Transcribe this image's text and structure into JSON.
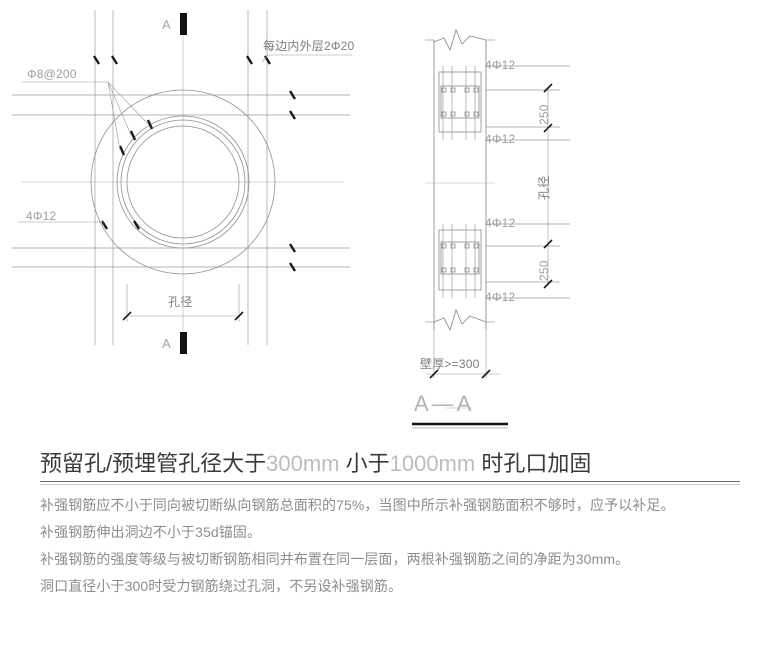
{
  "drawing": {
    "type": "structural-reinforcement-detail",
    "plan_view": {
      "name": "circular opening plan",
      "section_mark_top": "A",
      "section_mark_bottom": "A",
      "labels": {
        "stirrup": "Φ8@200",
        "edge_bars": "每边内外层2Φ20",
        "radial_bars": "4Φ12",
        "diameter_dim": "孔径"
      }
    },
    "section_view": {
      "title": "A—A",
      "labels": {
        "top_outer_bars": "4Φ12",
        "top_inner_bars": "4Φ12",
        "bottom_inner_bars": "4Φ12",
        "bottom_outer_bars": "4Φ12",
        "dim_top": "250",
        "dim_bottom": "250",
        "dim_hole": "孔径",
        "wall_thickness": "壁厚>=300"
      }
    }
  },
  "notes": {
    "title_parts": [
      {
        "text": "预留孔/预埋管孔径大于",
        "dim": false
      },
      {
        "text": "300mm",
        "dim": true
      },
      {
        "text": " 小于",
        "dim": false
      },
      {
        "text": "1000mm",
        "dim": true
      },
      {
        "text": " 时孔口加固",
        "dim": false
      }
    ],
    "title_plain": "预留孔/预埋管孔径大于300mm 小于1000mm 时孔口加固",
    "lines": [
      "补强钢筋应不小于同向被切断纵向钢筋总面积的75%，当图中所示补强钢筋面积不够时，应予以补足。",
      "补强钢筋伸出洞边不小于35d锚固。",
      "补强钢筋的强度等级与被切断钢筋相同并布置在同一层面，两根补强钢筋之间的净距为30mm。",
      "洞口直径小于300时受力钢筋绕过孔洞，不另设补强钢筋。"
    ]
  },
  "colors": {
    "line": "#9a9a9a",
    "rebar": "#1a1a1a",
    "text_dim": "#9d9d9d",
    "title_text": "#3a3a3a",
    "note_text": "#8d8d8d"
  }
}
